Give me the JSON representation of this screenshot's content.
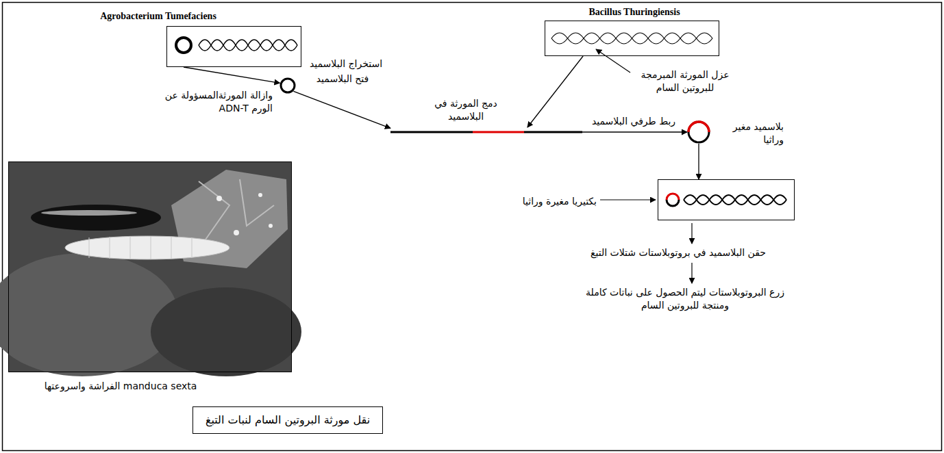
{
  "diagram": {
    "nodes": [
      {
        "text": [
          "Agrobacterium Tumefaciens"
        ]
      },
      {
        "text": [
          "Bacillus Thuringiensis"
        ]
      },
      {
        "text": [
          "وازالة المورثةالمسؤولة عن الورم ADN-T"
        ]
      },
      {
        "text": [
          "دمج المورثة في البلاسميد"
        ]
      },
      {
        "text": [
          "بلاسميد مغير وراثيا"
        ]
      },
      {
        "text": [
          "بكتيريا مغيرة وراثيا"
        ]
      },
      {
        "text": [
          "manduca sexta الفراشة واسروعتها"
        ]
      },
      {
        "text": [
          "نقل مورثة البروتين السام لنبات التبغ"
        ]
      }
    ],
    "edges": [
      {
        "from": 0,
        "to": 2,
        "label": "استخراج البلاسميد",
        "arrow": "to"
      },
      {
        "from": 2,
        "to": 3,
        "label": "فتح البلاسميد",
        "arrow": "to"
      },
      {
        "from": 1,
        "to": 3,
        "arrow": "to"
      },
      {
        "from": 3,
        "to": 4,
        "label": "ربط طرفي البلاسميد",
        "arrow": "to"
      },
      {
        "from": 4,
        "to": 5,
        "arrow": "to"
      }
    ],
    "labels": [
      "عزل المورثة المبرمجة للبروتين السام",
      "حقن البلاسميد في بروتوبلاستات شتلات التبغ",
      "زرع البروتوبلاستات ليتم الحصول على نباتات كاملة ومنتجة للبروتين السام"
    ]
  }
}
